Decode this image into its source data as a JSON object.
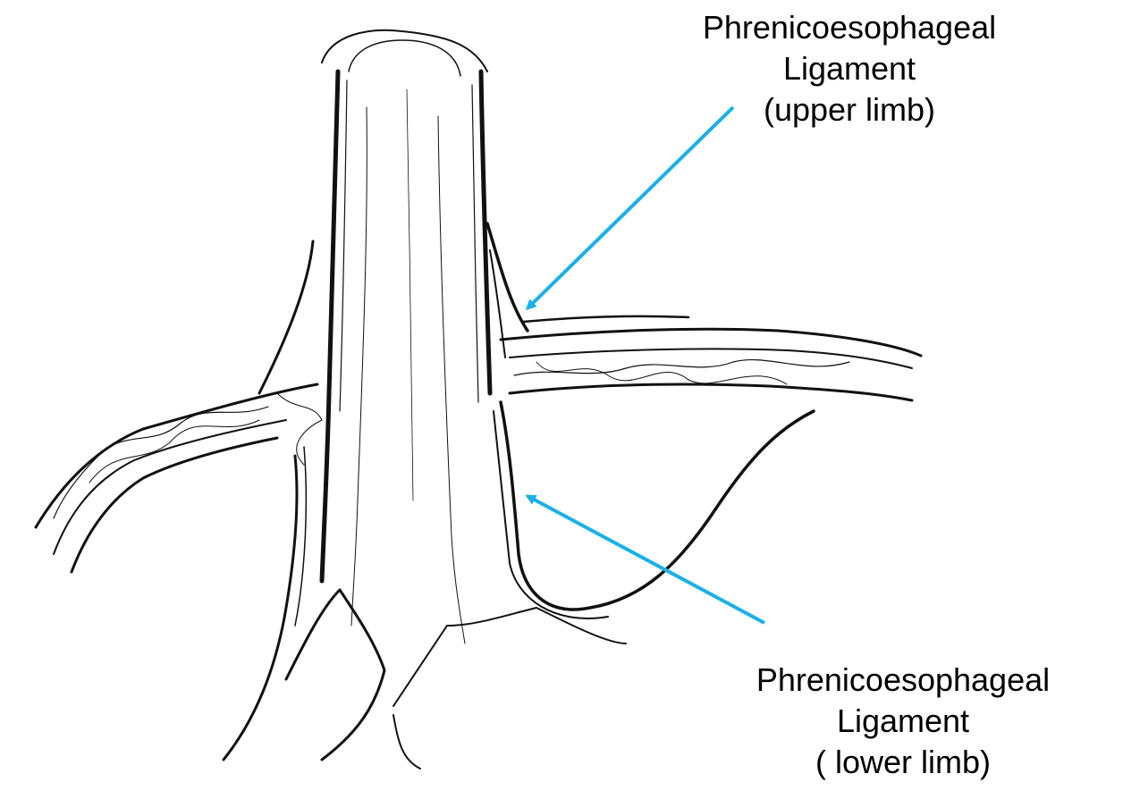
{
  "labels": {
    "upper": {
      "line1": "Phrenicoesophageal",
      "line2": "Ligament",
      "line3": "(upper limb)"
    },
    "lower": {
      "line1": "Phrenicoesophageal",
      "line2": "Ligament",
      "line3": "( lower limb)"
    }
  },
  "colors": {
    "arrow": "#1ab0e8",
    "ink": "#111111",
    "background": "#ffffff"
  }
}
